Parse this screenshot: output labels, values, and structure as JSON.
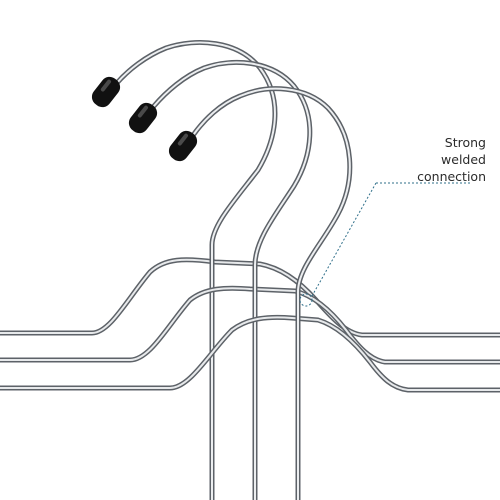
{
  "annotation": {
    "lines": [
      "Strong",
      "welded",
      "connection"
    ],
    "leader_color": "#2f6f8a"
  },
  "product": {
    "hanger_count": 3,
    "metal_color": "#b9bcc0",
    "tip_color": "#111111"
  }
}
